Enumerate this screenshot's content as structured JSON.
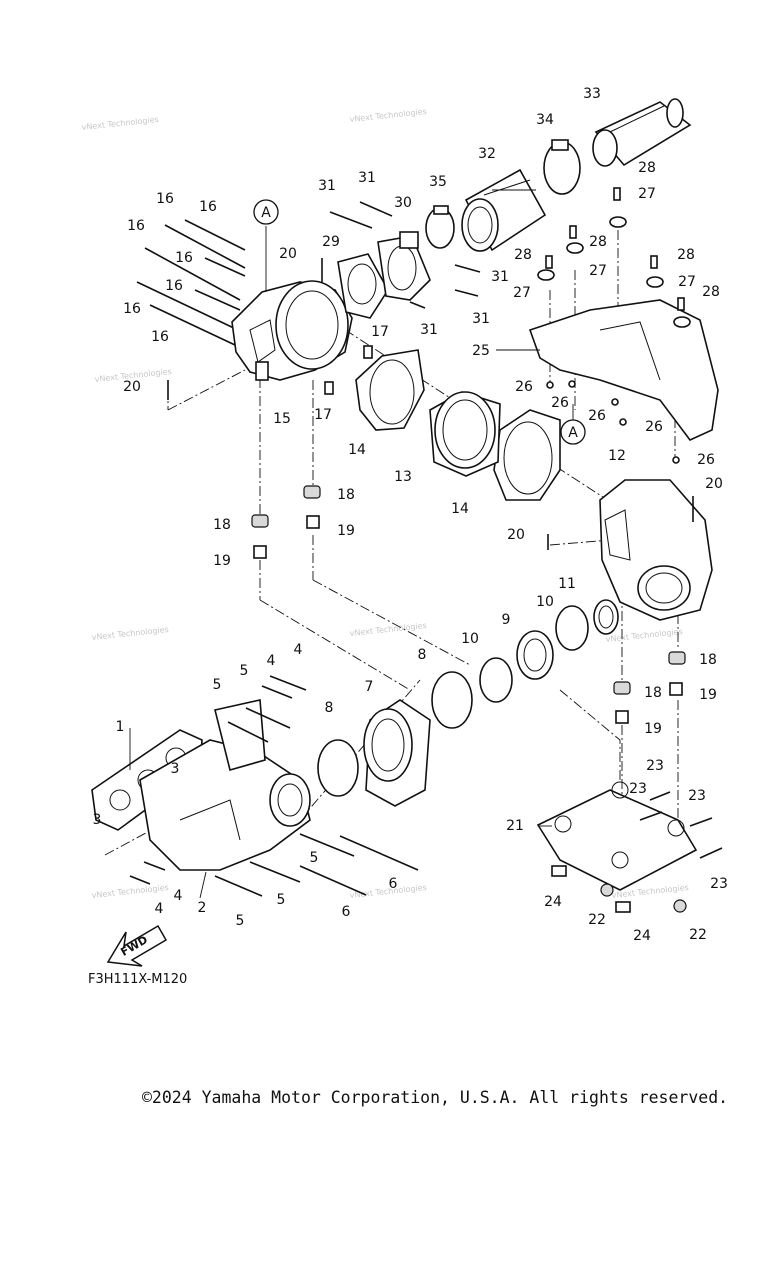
{
  "diagram": {
    "code": "F3H111X-M120",
    "copyright": "©2024 Yamaha Motor Corporation, U.S.A. All rights reserved.",
    "watermark": "vNext Technologies",
    "fwd_label": "FWD",
    "reference_mark": "A",
    "callouts": [
      "1",
      "2",
      "3",
      "3",
      "4",
      "4",
      "4",
      "4",
      "5",
      "5",
      "5",
      "5",
      "5",
      "5",
      "6",
      "6",
      "7",
      "8",
      "8",
      "9",
      "10",
      "10",
      "11",
      "12",
      "13",
      "14",
      "14",
      "15",
      "16",
      "16",
      "16",
      "16",
      "16",
      "16",
      "16",
      "17",
      "17",
      "18",
      "18",
      "18",
      "18",
      "18",
      "19",
      "19",
      "19",
      "19",
      "20",
      "20",
      "20",
      "20",
      "21",
      "22",
      "22",
      "23",
      "23",
      "23",
      "23",
      "24",
      "24",
      "25",
      "26",
      "26",
      "26",
      "26",
      "26",
      "27",
      "27",
      "27",
      "27",
      "28",
      "28",
      "28",
      "28",
      "28",
      "29",
      "30",
      "31",
      "31",
      "31",
      "31",
      "31",
      "32",
      "33",
      "34",
      "35"
    ]
  }
}
